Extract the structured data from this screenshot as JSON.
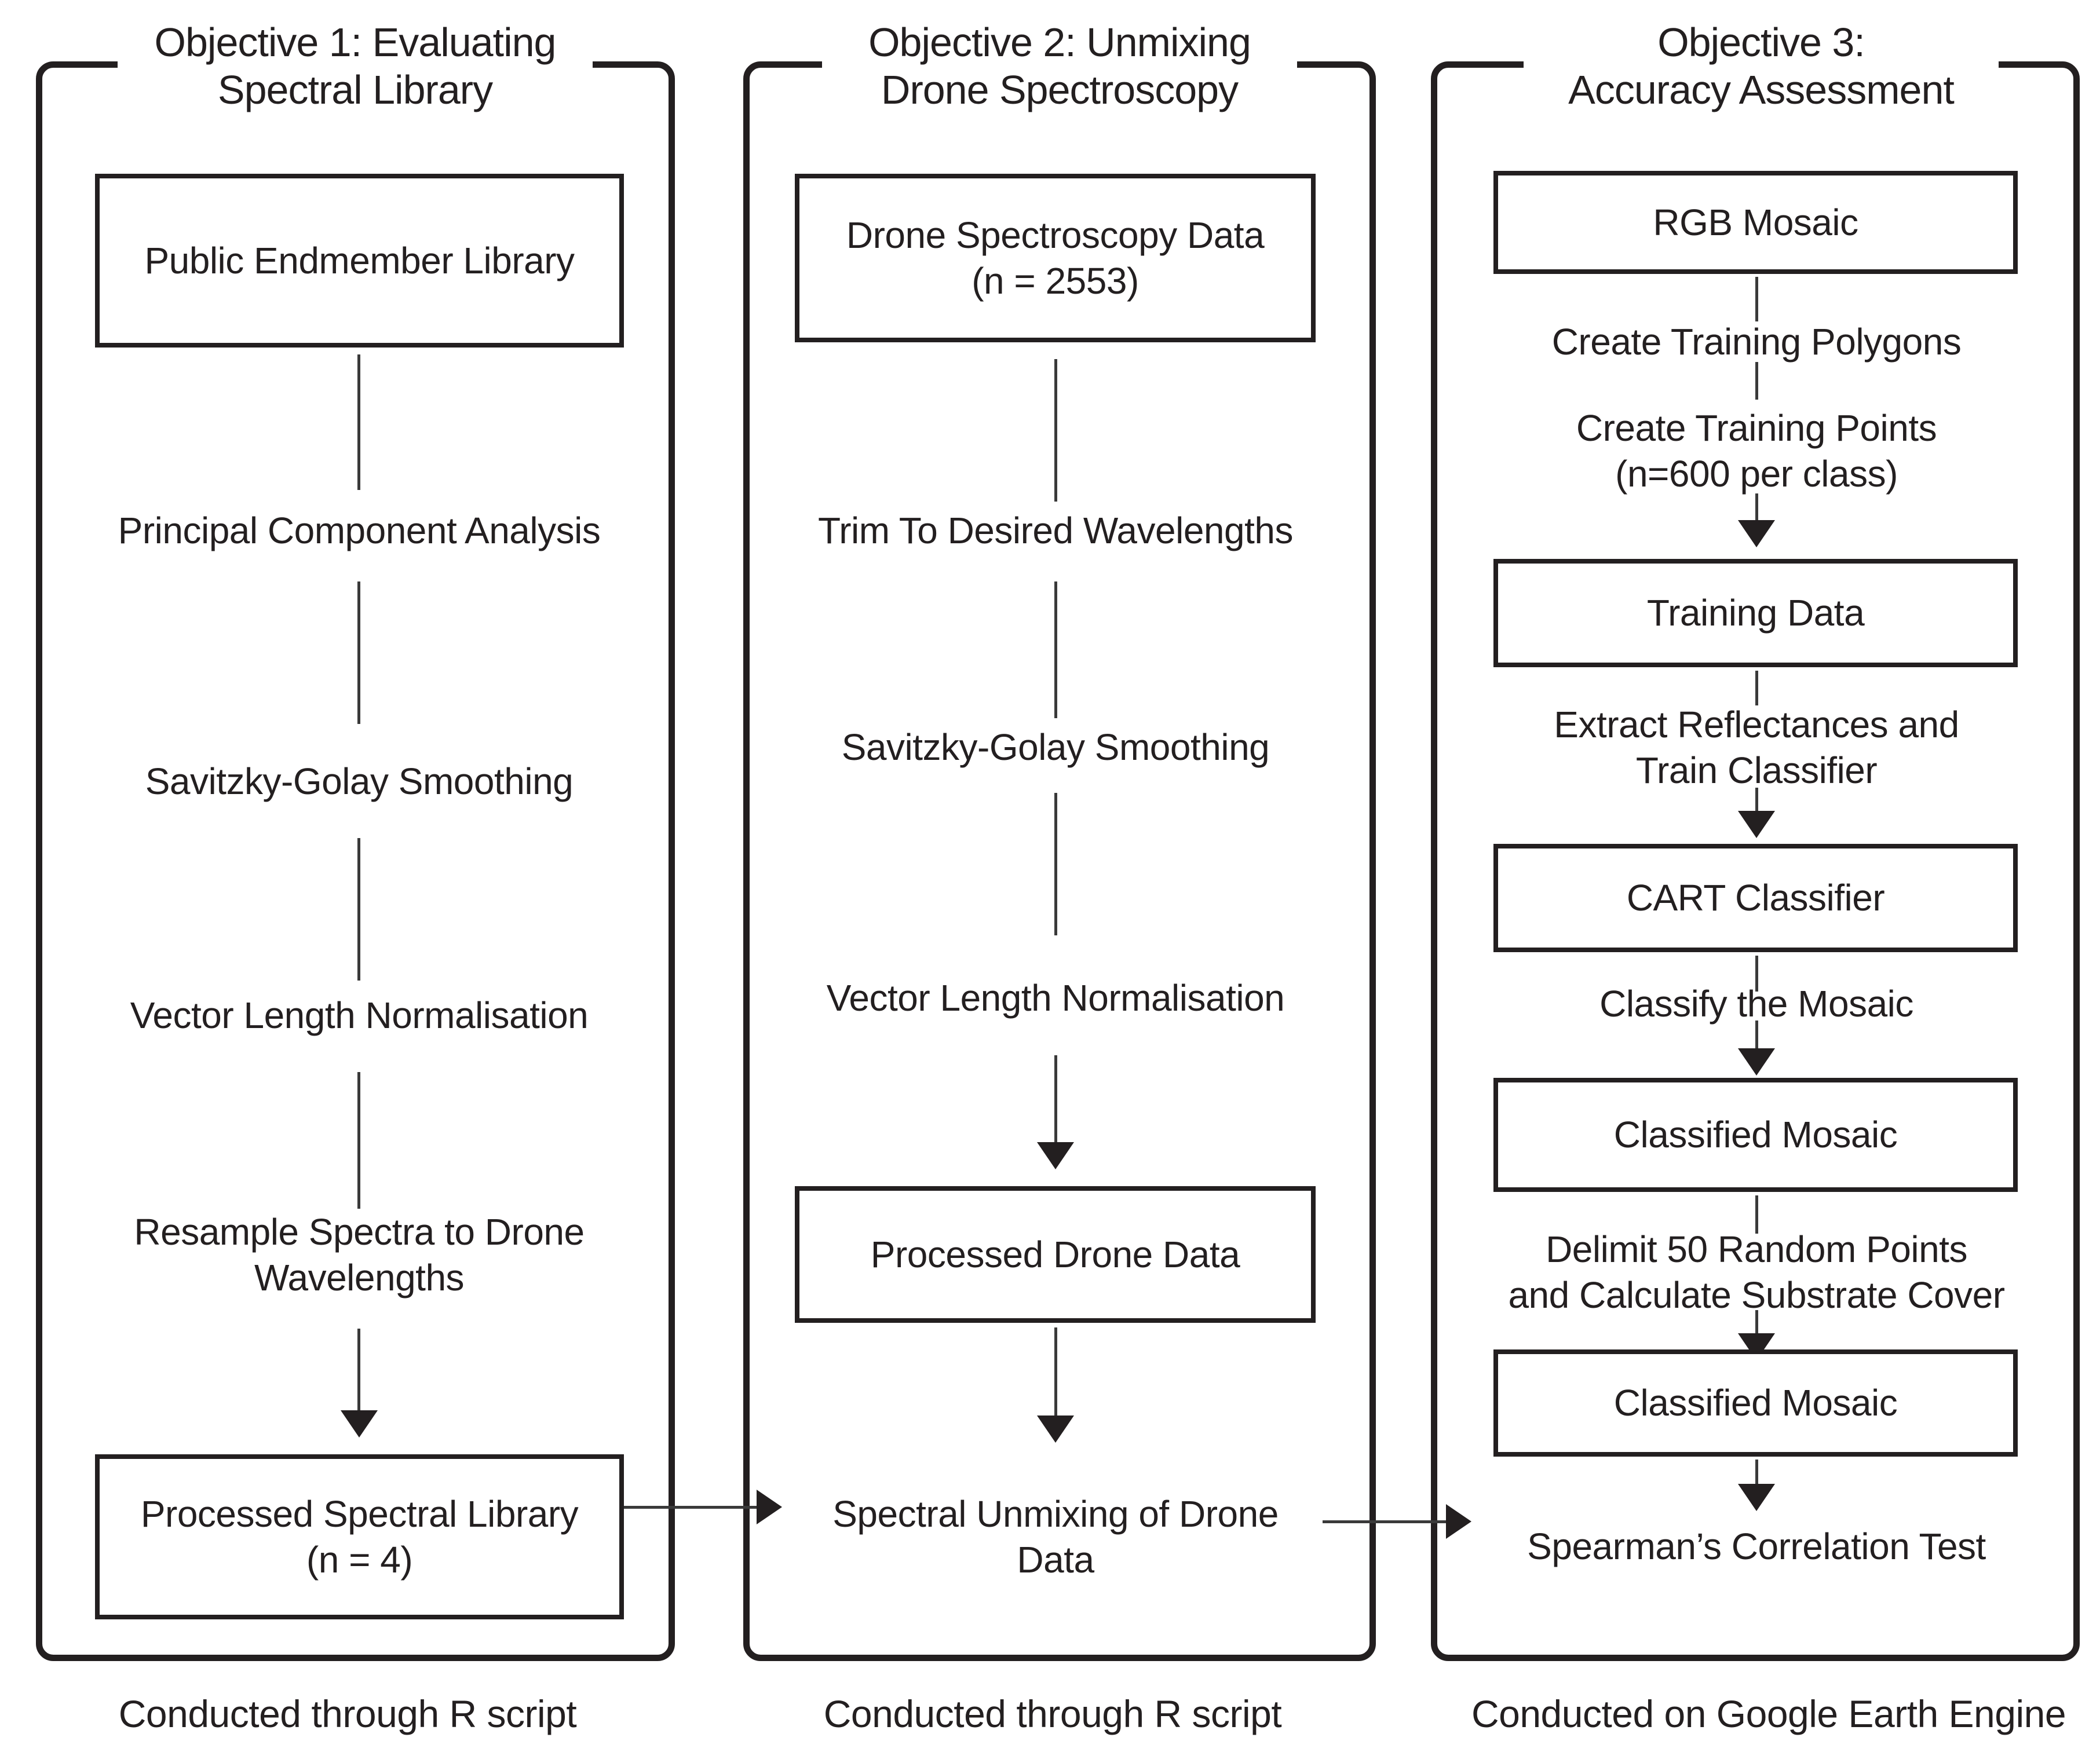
{
  "diagram": {
    "background": "#ffffff",
    "ink": "#231f20"
  },
  "columns": [
    {
      "title": "Objective 1: Evaluating\nSpectral Library",
      "box_public_endmember": "Public Endmember Library",
      "step_pca": "Principal Component Analysis",
      "step_savitzky": "Savitzky-Golay Smoothing",
      "step_vector_norm": "Vector Length Normalisation",
      "step_resample": "Resample Spectra to Drone\nWavelengths",
      "box_processed_library": "Processed Spectral Library\n(n = 4)",
      "footer": "Conducted through R script"
    },
    {
      "title": "Objective 2: Unmixing\nDrone Spectroscopy",
      "box_drone_data": "Drone Spectroscopy Data\n(n = 2553)",
      "step_trim": "Trim To Desired Wavelengths",
      "step_savitzky": "Savitzky-Golay Smoothing",
      "step_vector_norm": "Vector Length Normalisation",
      "box_processed_drone": "Processed Drone Data",
      "step_unmixing": "Spectral Unmixing of Drone\nData",
      "footer": "Conducted through R script"
    },
    {
      "title": "Objective 3:\nAccuracy Assessment",
      "box_rgb_mosaic": "RGB Mosaic",
      "step_polygons": "Create Training Polygons",
      "step_points": "Create Training Points\n(n=600 per class)",
      "box_training_data": "Training Data",
      "step_extract": "Extract Reflectances and\nTrain Classifier",
      "box_cart": "CART Classifier",
      "step_classify": "Classify the Mosaic",
      "box_classified_1": "Classified Mosaic",
      "step_delimit": "Delimit 50 Random Points\nand Calculate Substrate Cover",
      "box_classified_2": "Classified Mosaic",
      "step_spearman": "Spearman’s Correlation Test",
      "footer": "Conducted on Google Earth Engine"
    }
  ]
}
